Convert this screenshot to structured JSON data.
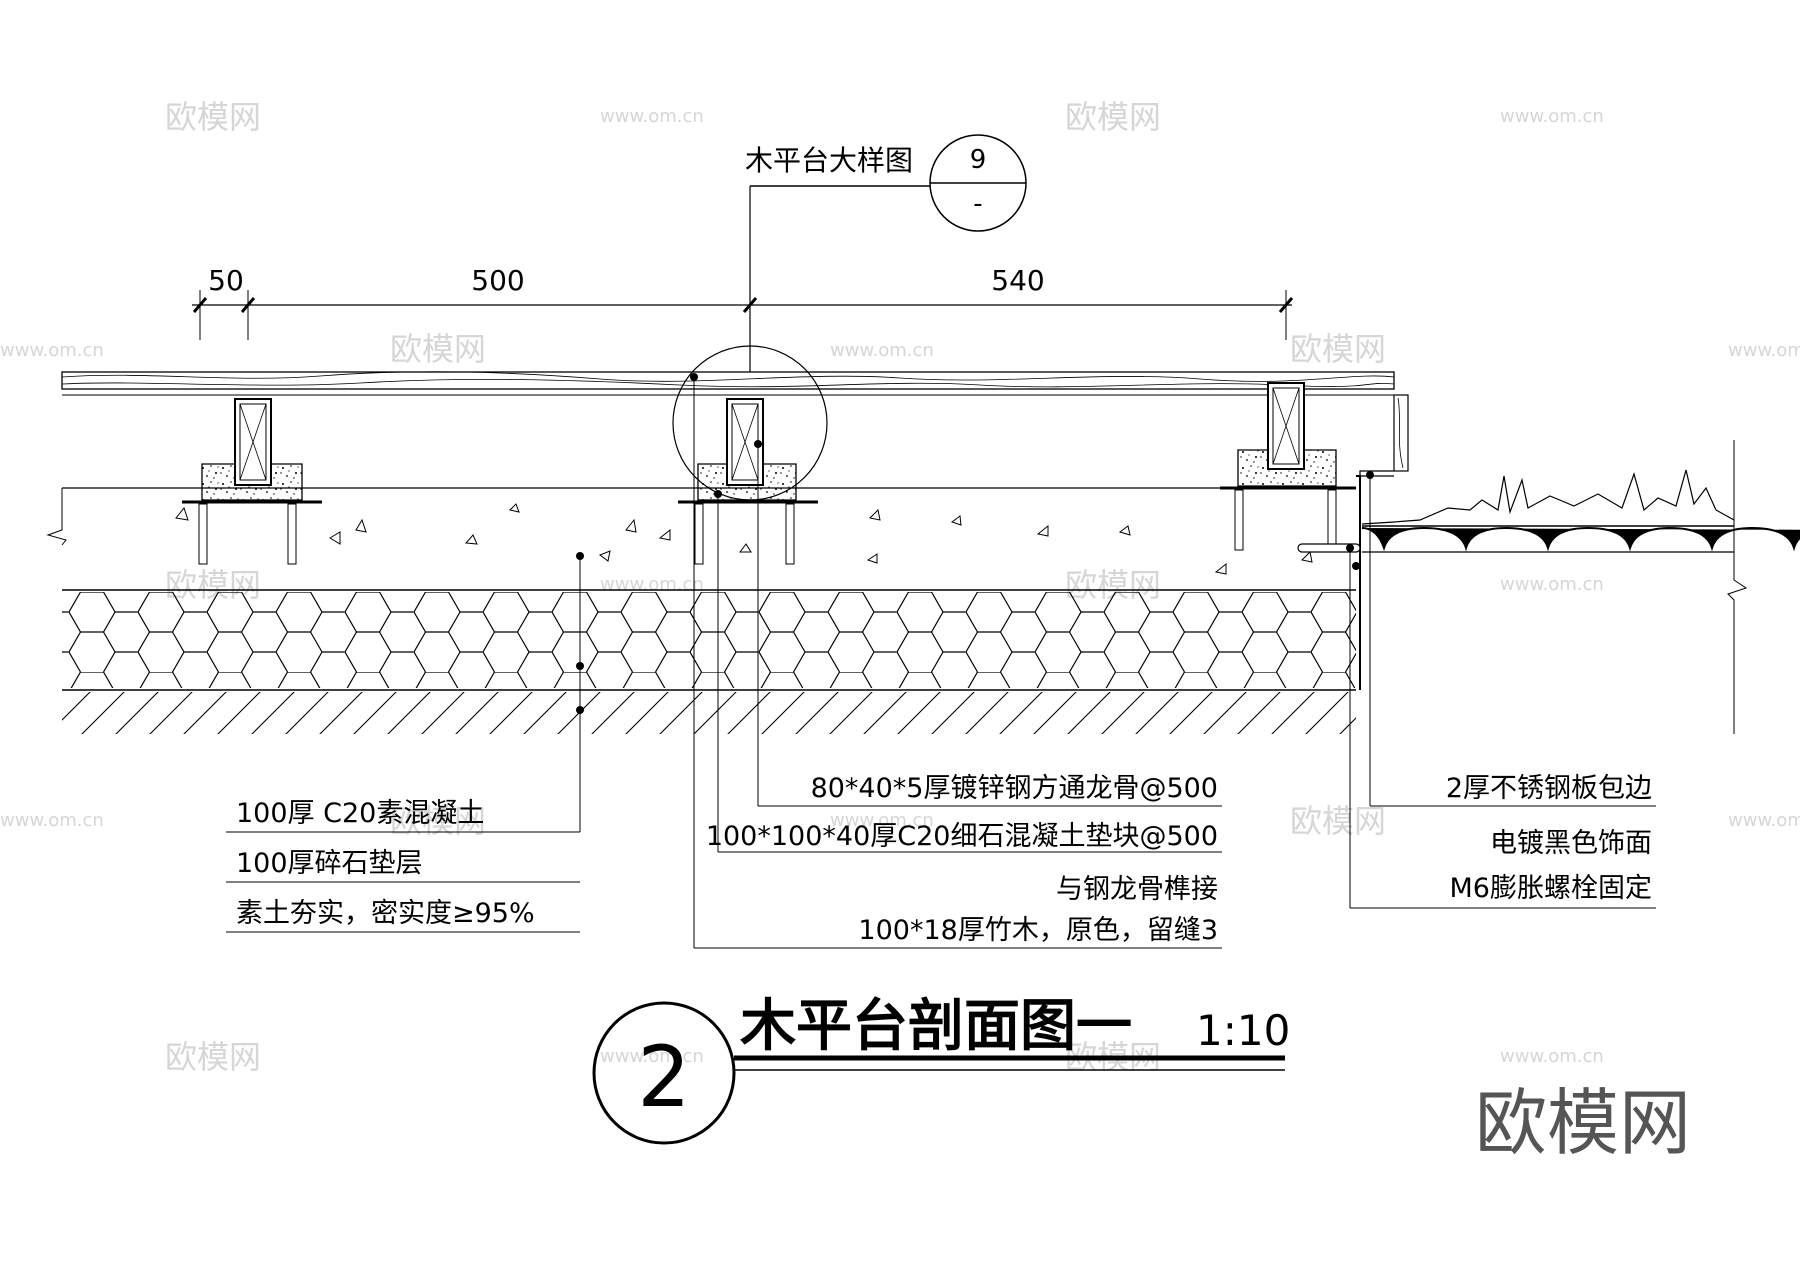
{
  "detail_callout": {
    "label": "木平台大样图",
    "number": "9",
    "sheet": "-"
  },
  "dimensions": [
    "50",
    "500",
    "540"
  ],
  "layers_left": [
    "100厚 C20素混凝土",
    "100厚碎石垫层",
    "素土夯实，密实度≥95%"
  ],
  "notes_middle": [
    "80*40*5厚镀锌钢方通龙骨@500",
    "100*100*40厚C20细石混凝土垫块@500",
    "与钢龙骨榫接",
    "100*18厚竹木，原色，留缝3"
  ],
  "notes_right": [
    "2厚不锈钢板包边",
    "电镀黑色饰面",
    "M6膨胀螺栓固定"
  ],
  "title": {
    "number": "2",
    "text": "木平台剖面图一",
    "scale": "1:10"
  },
  "watermark": {
    "brand": "欧模网",
    "url": "www.om.cn"
  },
  "colors": {
    "line": "#000000",
    "watermark": "#d6d6d6",
    "brand": "#555555"
  }
}
